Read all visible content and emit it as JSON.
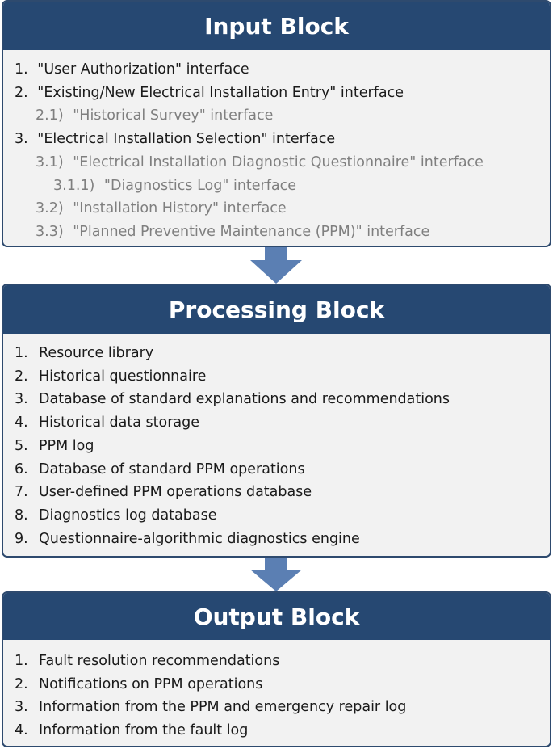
{
  "colors": {
    "header_bg": "#264872",
    "border": "#2e4a6e",
    "body_bg": "#f2f2f2",
    "arrow": "#5b7fb3",
    "primary_text": "#1a1a1a",
    "secondary_text": "#7f7f7f"
  },
  "input_block": {
    "title": "Input Block",
    "items": [
      {
        "num": "1.",
        "text": "\"User Authorization\" interface"
      },
      {
        "num": "2.",
        "text": "\"Existing/New Electrical Installation Entry\" interface"
      },
      {
        "num": "2.1)",
        "text": "\"Historical Survey\" interface"
      },
      {
        "num": "3.",
        "text": "\"Electrical Installation Selection\" interface"
      },
      {
        "num": "3.1)",
        "text": "\"Electrical Installation Diagnostic Questionnaire\" interface"
      },
      {
        "num": "3.1.1)",
        "text": "\"Diagnostics Log\" interface"
      },
      {
        "num": "3.2)",
        "text": "\"Installation History\" interface"
      },
      {
        "num": "3.3)",
        "text": "\"Planned Preventive Maintenance (PPM)\" interface"
      }
    ]
  },
  "processing_block": {
    "title": "Processing Block",
    "items": [
      {
        "num": "1.",
        "text": "Resource library"
      },
      {
        "num": "2.",
        "text": "Historical questionnaire"
      },
      {
        "num": "3.",
        "text": "Database of standard explanations and recommendations"
      },
      {
        "num": "4.",
        "text": "Historical data storage"
      },
      {
        "num": "5.",
        "text": "PPM log"
      },
      {
        "num": "6.",
        "text": "Database of standard PPM operations"
      },
      {
        "num": "7.",
        "text": "User-defined PPM operations database"
      },
      {
        "num": "8.",
        "text": "Diagnostics log database"
      },
      {
        "num": "9.",
        "text": "Questionnaire-algorithmic diagnostics engine"
      }
    ]
  },
  "output_block": {
    "title": "Output Block",
    "items": [
      {
        "num": "1.",
        "text": "Fault resolution recommendations"
      },
      {
        "num": "2.",
        "text": "Notifications on PPM operations"
      },
      {
        "num": "3.",
        "text": "Information from the PPM and emergency repair log"
      },
      {
        "num": "4.",
        "text": "Information from the fault log"
      }
    ]
  }
}
